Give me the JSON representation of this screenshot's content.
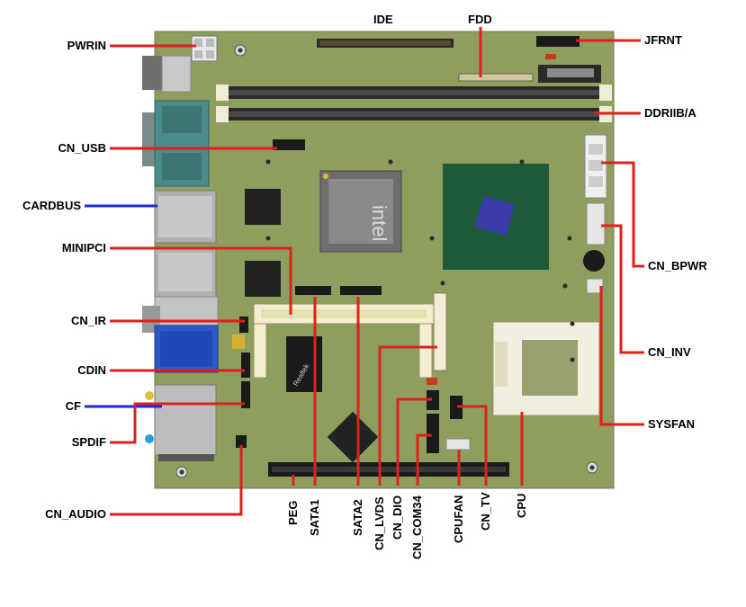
{
  "title": "Motherboard connector layout",
  "colors": {
    "board": "#8e9e5e",
    "leader_red": "#e0201c",
    "leader_blue": "#1c2bd4",
    "text": "#000000"
  },
  "labels": {
    "top": [
      {
        "id": "ide",
        "text": "IDE"
      },
      {
        "id": "fdd",
        "text": "FDD"
      }
    ],
    "left": [
      {
        "id": "pwrin",
        "text": "PWRIN",
        "color": "red"
      },
      {
        "id": "cn_usb",
        "text": "CN_USB",
        "color": "red"
      },
      {
        "id": "cardbus",
        "text": "CARDBUS",
        "color": "blue"
      },
      {
        "id": "minipci",
        "text": "MINIPCI",
        "color": "red"
      },
      {
        "id": "cn_ir",
        "text": "CN_IR",
        "color": "red"
      },
      {
        "id": "cdin",
        "text": "CDIN",
        "color": "red"
      },
      {
        "id": "cf",
        "text": "CF",
        "color": "blue"
      },
      {
        "id": "spdif",
        "text": "SPDIF",
        "color": "red"
      },
      {
        "id": "cn_audio",
        "text": "CN_AUDIO",
        "color": "red"
      }
    ],
    "right": [
      {
        "id": "jfrnt",
        "text": "JFRNT",
        "color": "red"
      },
      {
        "id": "ddriib_a",
        "text": "DDRIIB/A",
        "color": "red"
      },
      {
        "id": "cn_bpwr",
        "text": "CN_BPWR",
        "color": "red"
      },
      {
        "id": "cn_inv",
        "text": "CN_INV",
        "color": "red"
      },
      {
        "id": "sysfan",
        "text": "SYSFAN",
        "color": "red"
      }
    ],
    "bottom": [
      {
        "id": "peg",
        "text": "PEG"
      },
      {
        "id": "sata1",
        "text": "SATA1"
      },
      {
        "id": "sata2",
        "text": "SATA2"
      },
      {
        "id": "cn_lvds",
        "text": "CN_LVDS"
      },
      {
        "id": "cn_dio",
        "text": "CN_DIO"
      },
      {
        "id": "cn_com34",
        "text": "CN_COM34"
      },
      {
        "id": "cpufan",
        "text": "CPUFAN"
      },
      {
        "id": "cn_tv",
        "text": "CN_TV"
      },
      {
        "id": "cpu",
        "text": "CPU"
      }
    ]
  },
  "chip_marks": {
    "northbridge_logo": "intel",
    "audio_chip_logo": "Realtek"
  }
}
